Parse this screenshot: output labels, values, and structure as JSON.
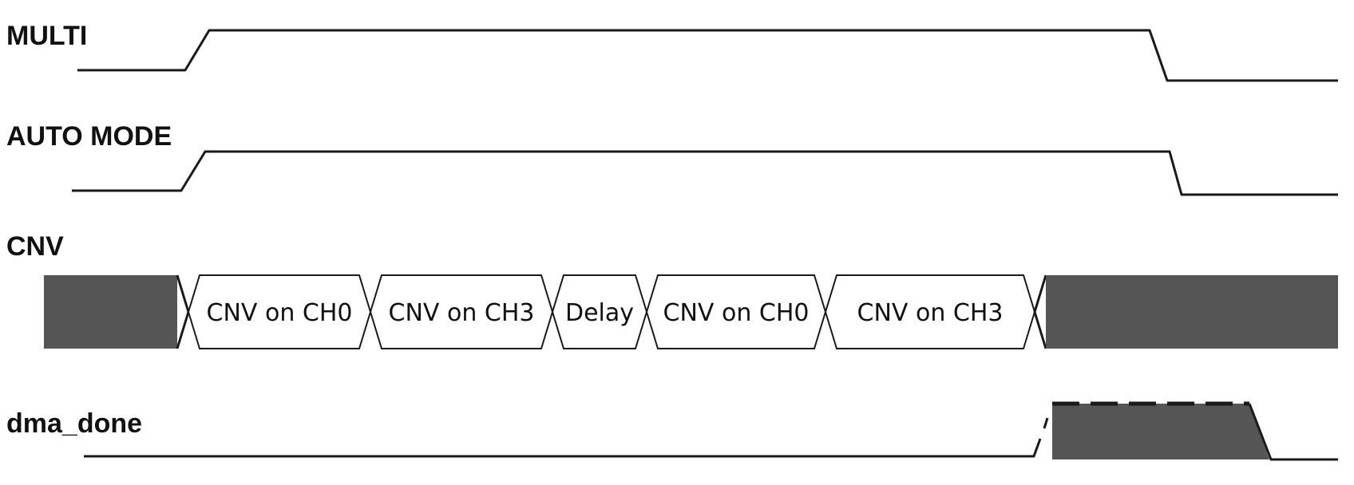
{
  "signals": {
    "multi": {
      "label": "MULTI"
    },
    "auto_mode": {
      "label": "AUTO MODE"
    },
    "cnv": {
      "label": "CNV",
      "phases": [
        {
          "text": "CNV on CH0"
        },
        {
          "text": "CNV on CH3"
        },
        {
          "text": "Delay"
        },
        {
          "text": "CNV on CH0"
        },
        {
          "text": "CNV on CH3"
        }
      ]
    },
    "dma_done": {
      "label": "dma_done"
    }
  },
  "colors": {
    "line": "#1a1a1a",
    "fill_dark": "#555555",
    "background": "#ffffff"
  }
}
